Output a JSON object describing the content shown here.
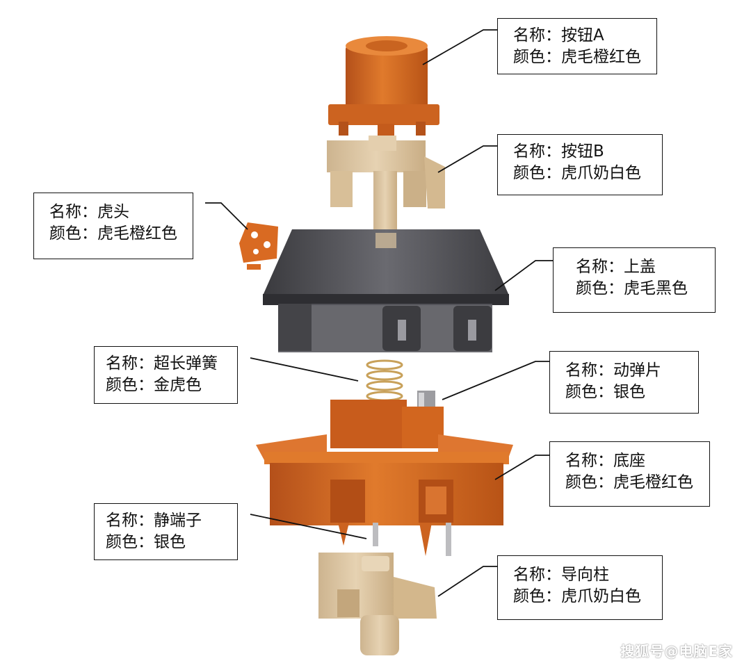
{
  "parts": [
    {
      "id": "stem-a",
      "name": "名称：按钮A",
      "color": "颜色：虎毛橙红色"
    },
    {
      "id": "stem-b",
      "name": "名称：按钮B",
      "color": "颜色：虎爪奶白色"
    },
    {
      "id": "tiger-head",
      "name": "名称：虎头",
      "color": "颜色：虎毛橙红色"
    },
    {
      "id": "top-housing",
      "name": "名称：上盖",
      "color": "颜色：虎毛黑色"
    },
    {
      "id": "spring",
      "name": "名称：超长弹簧",
      "color": "颜色：金虎色"
    },
    {
      "id": "leaf",
      "name": "名称：动弹片",
      "color": "颜色：银色"
    },
    {
      "id": "bottom-housing",
      "name": "名称：底座",
      "color": "颜色：虎毛橙红色"
    },
    {
      "id": "static-pin",
      "name": "名称：静端子",
      "color": "颜色：银色"
    },
    {
      "id": "guide-post",
      "name": "名称：导向柱",
      "color": "颜色：虎爪奶白色"
    }
  ],
  "watermark": "搜狐号@电脑E家",
  "colors": {
    "orange": "#d9691f",
    "cream": "#dcc4a0",
    "smoke": "#4a4a4e",
    "gold": "#c8a15a",
    "silver": "#b8b8b8"
  }
}
